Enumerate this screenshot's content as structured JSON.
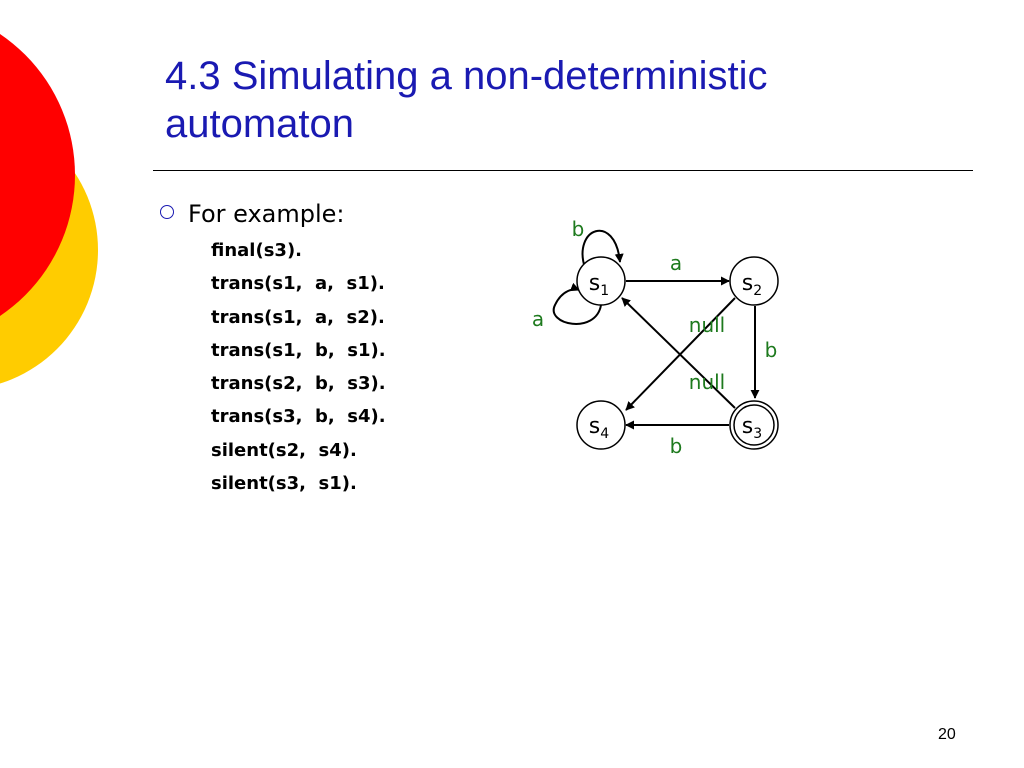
{
  "title_lines": [
    "4.3 Simulating a non-deterministic",
    "automaton"
  ],
  "bullet": "For example:",
  "code_lines": [
    "final(s3).",
    "trans(s1,  a,  s1).",
    "trans(s1,  a,  s2).",
    "trans(s1,  b,  s1).",
    "trans(s2,  b,  s3).",
    "trans(s3,  b,  s4).",
    "silent(s2,  s4).",
    "silent(s3,  s1)."
  ],
  "diagram": {
    "states": [
      {
        "base": "s",
        "sub": "1"
      },
      {
        "base": "s",
        "sub": "2"
      },
      {
        "base": "s",
        "sub": "3",
        "final": true
      },
      {
        "base": "s",
        "sub": "4"
      }
    ],
    "edge_labels": {
      "s1_loop_top": "b",
      "s1_loop_left": "a",
      "s1_s2": "a",
      "s2_s4": "null",
      "s2_s3": "b",
      "s3_s1": "null",
      "s3_s4": "b"
    }
  },
  "colors": {
    "title": "#1a1ab2",
    "label": "#1e7a1e",
    "deco_red": "#ff0000",
    "deco_yellow": "#ffcc00"
  },
  "page_number": "20"
}
